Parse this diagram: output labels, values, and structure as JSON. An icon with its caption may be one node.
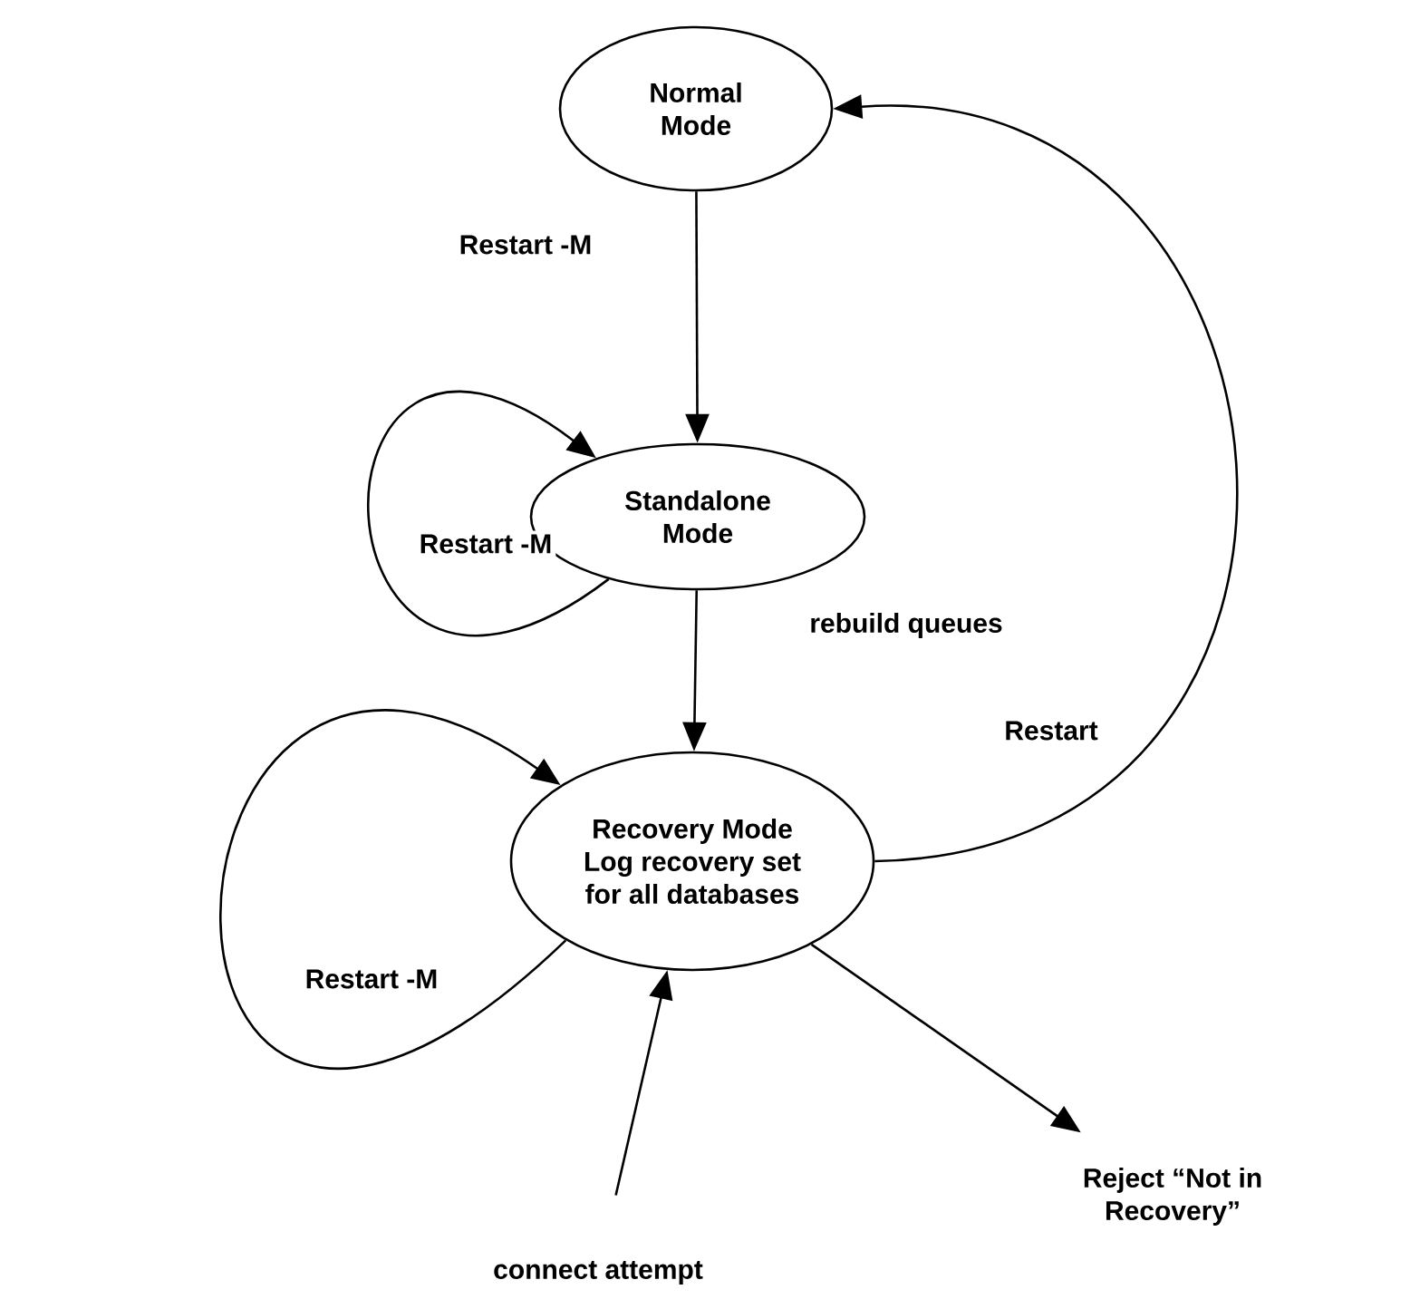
{
  "diagram": {
    "nodes": [
      {
        "text": [
          "Normal Mode"
        ]
      },
      {
        "text": [
          "Standalone Mode"
        ]
      },
      {
        "text": [
          "Recovery Mode",
          "Log recovery set for all databases"
        ]
      },
      {
        "text": [
          "Reject “Not in Recovery”"
        ]
      },
      {
        "text": [
          "connect attempt"
        ]
      }
    ],
    "edges": [
      {
        "from": 0,
        "to": 1,
        "arrow": "to",
        "label": "Restart -M"
      },
      {
        "from": 1,
        "to": 1,
        "arrow": "to",
        "label": "Restart -M"
      },
      {
        "from": 1,
        "to": 2,
        "arrow": "to",
        "label": "rebuild queues"
      },
      {
        "from": 2,
        "to": 2,
        "arrow": "to",
        "label": "Restart -M"
      },
      {
        "from": 2,
        "to": 0,
        "arrow": "to",
        "label": "Restart"
      },
      {
        "from": 2,
        "to": 3,
        "arrow": "to"
      },
      {
        "from": 4,
        "to": 2,
        "arrow": "to"
      }
    ]
  }
}
